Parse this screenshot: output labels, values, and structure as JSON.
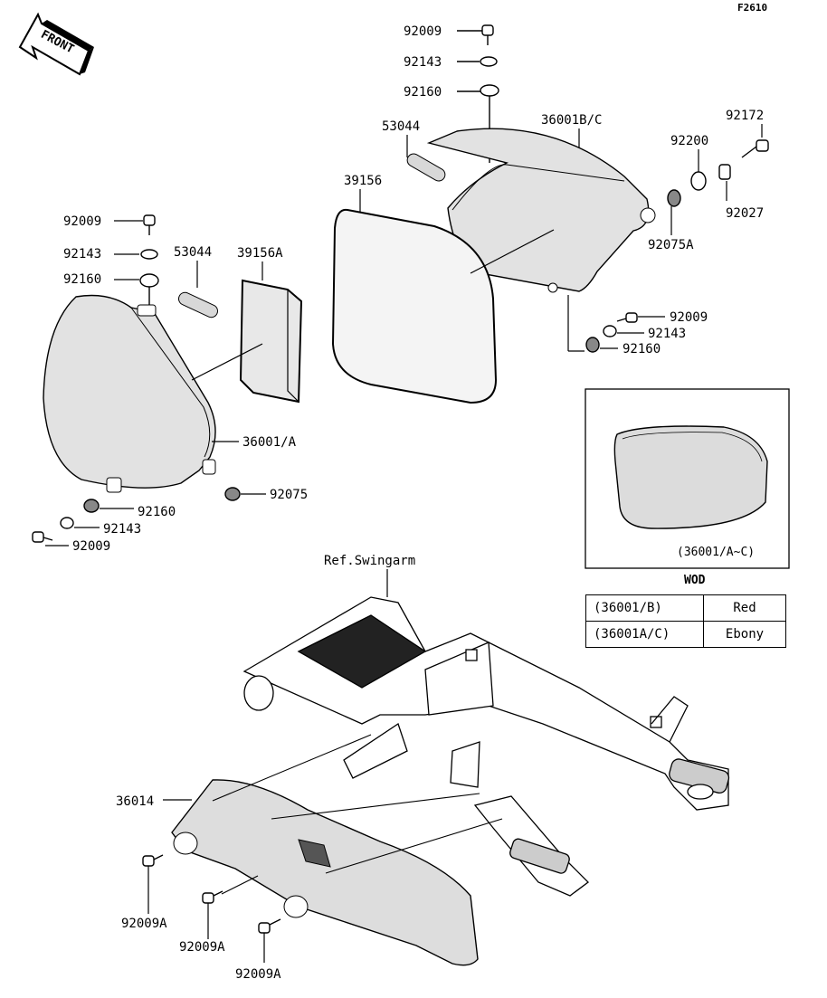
{
  "figure_code": "F2610",
  "front_label": "FRONT",
  "ref_label": "Ref.Swingarm",
  "inset": {
    "caption": "(36001/A~C)"
  },
  "wod": {
    "title": "WOD",
    "rows": [
      {
        "code": "(36001/B)",
        "color": "Red"
      },
      {
        "code": "(36001A/C)",
        "color": "Ebony"
      }
    ]
  },
  "labels": {
    "r_92009": "92009",
    "r_92143": "92143",
    "r_92160": "92160",
    "r_53044": "53044",
    "r_36001bc": "36001B/C",
    "r_39156": "39156",
    "r_92200": "92200",
    "r_92172": "92172",
    "r_92027": "92027",
    "r_92075a": "92075A",
    "r_92009b": "92009",
    "r_92143b": "92143",
    "r_92160b": "92160",
    "l_92009": "92009",
    "l_92143": "92143",
    "l_92160": "92160",
    "l_53044": "53044",
    "l_39156a": "39156A",
    "l_36001a": "36001/A",
    "l_92075": "92075",
    "l_92160b": "92160",
    "l_92143b": "92143",
    "l_92009b": "92009",
    "c_36014": "36014",
    "c_92009a1": "92009A",
    "c_92009a2": "92009A",
    "c_92009a3": "92009A"
  }
}
